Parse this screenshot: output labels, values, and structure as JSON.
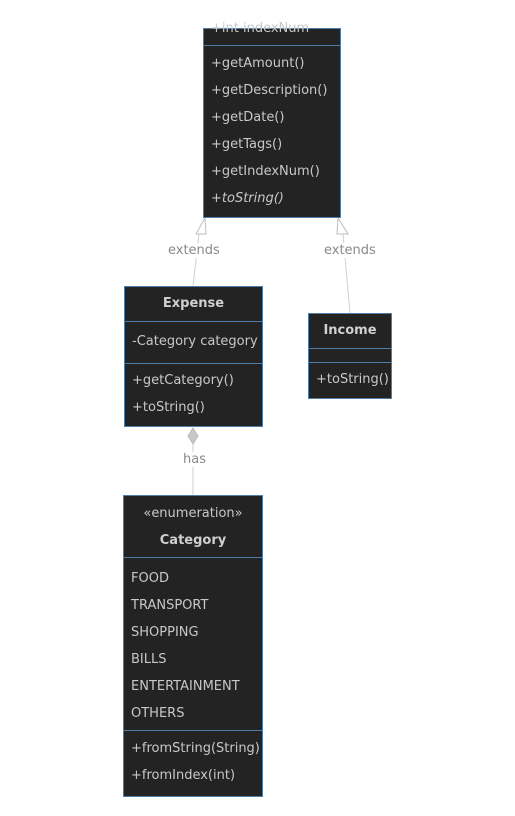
{
  "top_class": {
    "partial_attribute": "+int indexNum",
    "methods": [
      "+getAmount()",
      "+getDescription()",
      "+getDate()",
      "+getTags()",
      "+getIndexNum()",
      "+toString()"
    ]
  },
  "expense": {
    "name": "Expense",
    "attributes": [
      "-Category category"
    ],
    "methods": [
      "+getCategory()",
      "+toString()"
    ]
  },
  "income": {
    "name": "Income",
    "methods": [
      "+toString()"
    ]
  },
  "category": {
    "stereotype": "«enumeration»",
    "name": "Category",
    "values": [
      "FOOD",
      "TRANSPORT",
      "SHOPPING",
      "BILLS",
      "ENTERTAINMENT",
      "OTHERS"
    ],
    "methods": [
      "+fromString(String)",
      "+fromIndex(int)"
    ]
  },
  "edges": {
    "extends_left": "extends",
    "extends_right": "extends",
    "has": "has"
  },
  "colors": {
    "box_fill": "#232323",
    "box_border": "#4f7fa6",
    "text": "#c8c8c8",
    "edge": "#c8c8c8",
    "label": "#8a8a8a"
  }
}
